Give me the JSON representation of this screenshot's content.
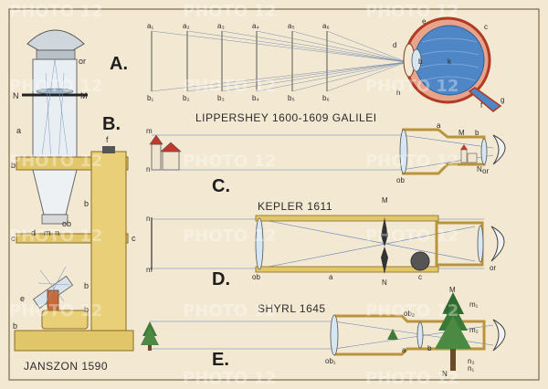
{
  "sections": {
    "A": {
      "letter": "A.",
      "ray_labels_top": [
        "a₁",
        "a₂",
        "a₃",
        "a₄",
        "a₅",
        "a₆"
      ],
      "ray_labels_bottom": [
        "b₁",
        "b₂",
        "b₃",
        "b₄",
        "b₅",
        "b₆"
      ],
      "eye_labels": [
        "d",
        "e",
        "c",
        "b",
        "k",
        "h",
        "f",
        "g"
      ]
    },
    "B": {
      "letter": "B."
    },
    "C": {
      "letter": "C.",
      "title": "LIPPERSHEY 1600-1609 GALILEI",
      "labels": [
        "m",
        "n",
        "a",
        "M",
        "b",
        "N",
        "ob",
        "or"
      ]
    },
    "D": {
      "letter": "D.",
      "title": "KEPLER 1611",
      "labels": [
        "n",
        "m",
        "M",
        "N",
        "ob",
        "a",
        "c",
        "or"
      ]
    },
    "E": {
      "letter": "E.",
      "title": "SHYRL 1645",
      "labels": [
        "M",
        "m₁",
        "ob₂",
        "b",
        "ob₁",
        "a",
        "N",
        "n₂",
        "m₂",
        "n₁"
      ]
    }
  },
  "microscope": {
    "caption": "JANSZON 1590",
    "labels": [
      "a",
      "or",
      "N",
      "M",
      "b",
      "b",
      "b",
      "b",
      "d",
      "m",
      "n",
      "c",
      "c",
      "ob",
      "f",
      "b",
      "e"
    ]
  },
  "watermark": "PHOTO 12",
  "colors": {
    "paper": "#f3e8d2",
    "brass": "#e2c66a",
    "brass_dark": "#b8943a",
    "ink": "#2b2b2b",
    "ray_blue": "#5b7fb8",
    "eye_blue": "#4f86c6",
    "eye_red": "#d84a2a"
  }
}
